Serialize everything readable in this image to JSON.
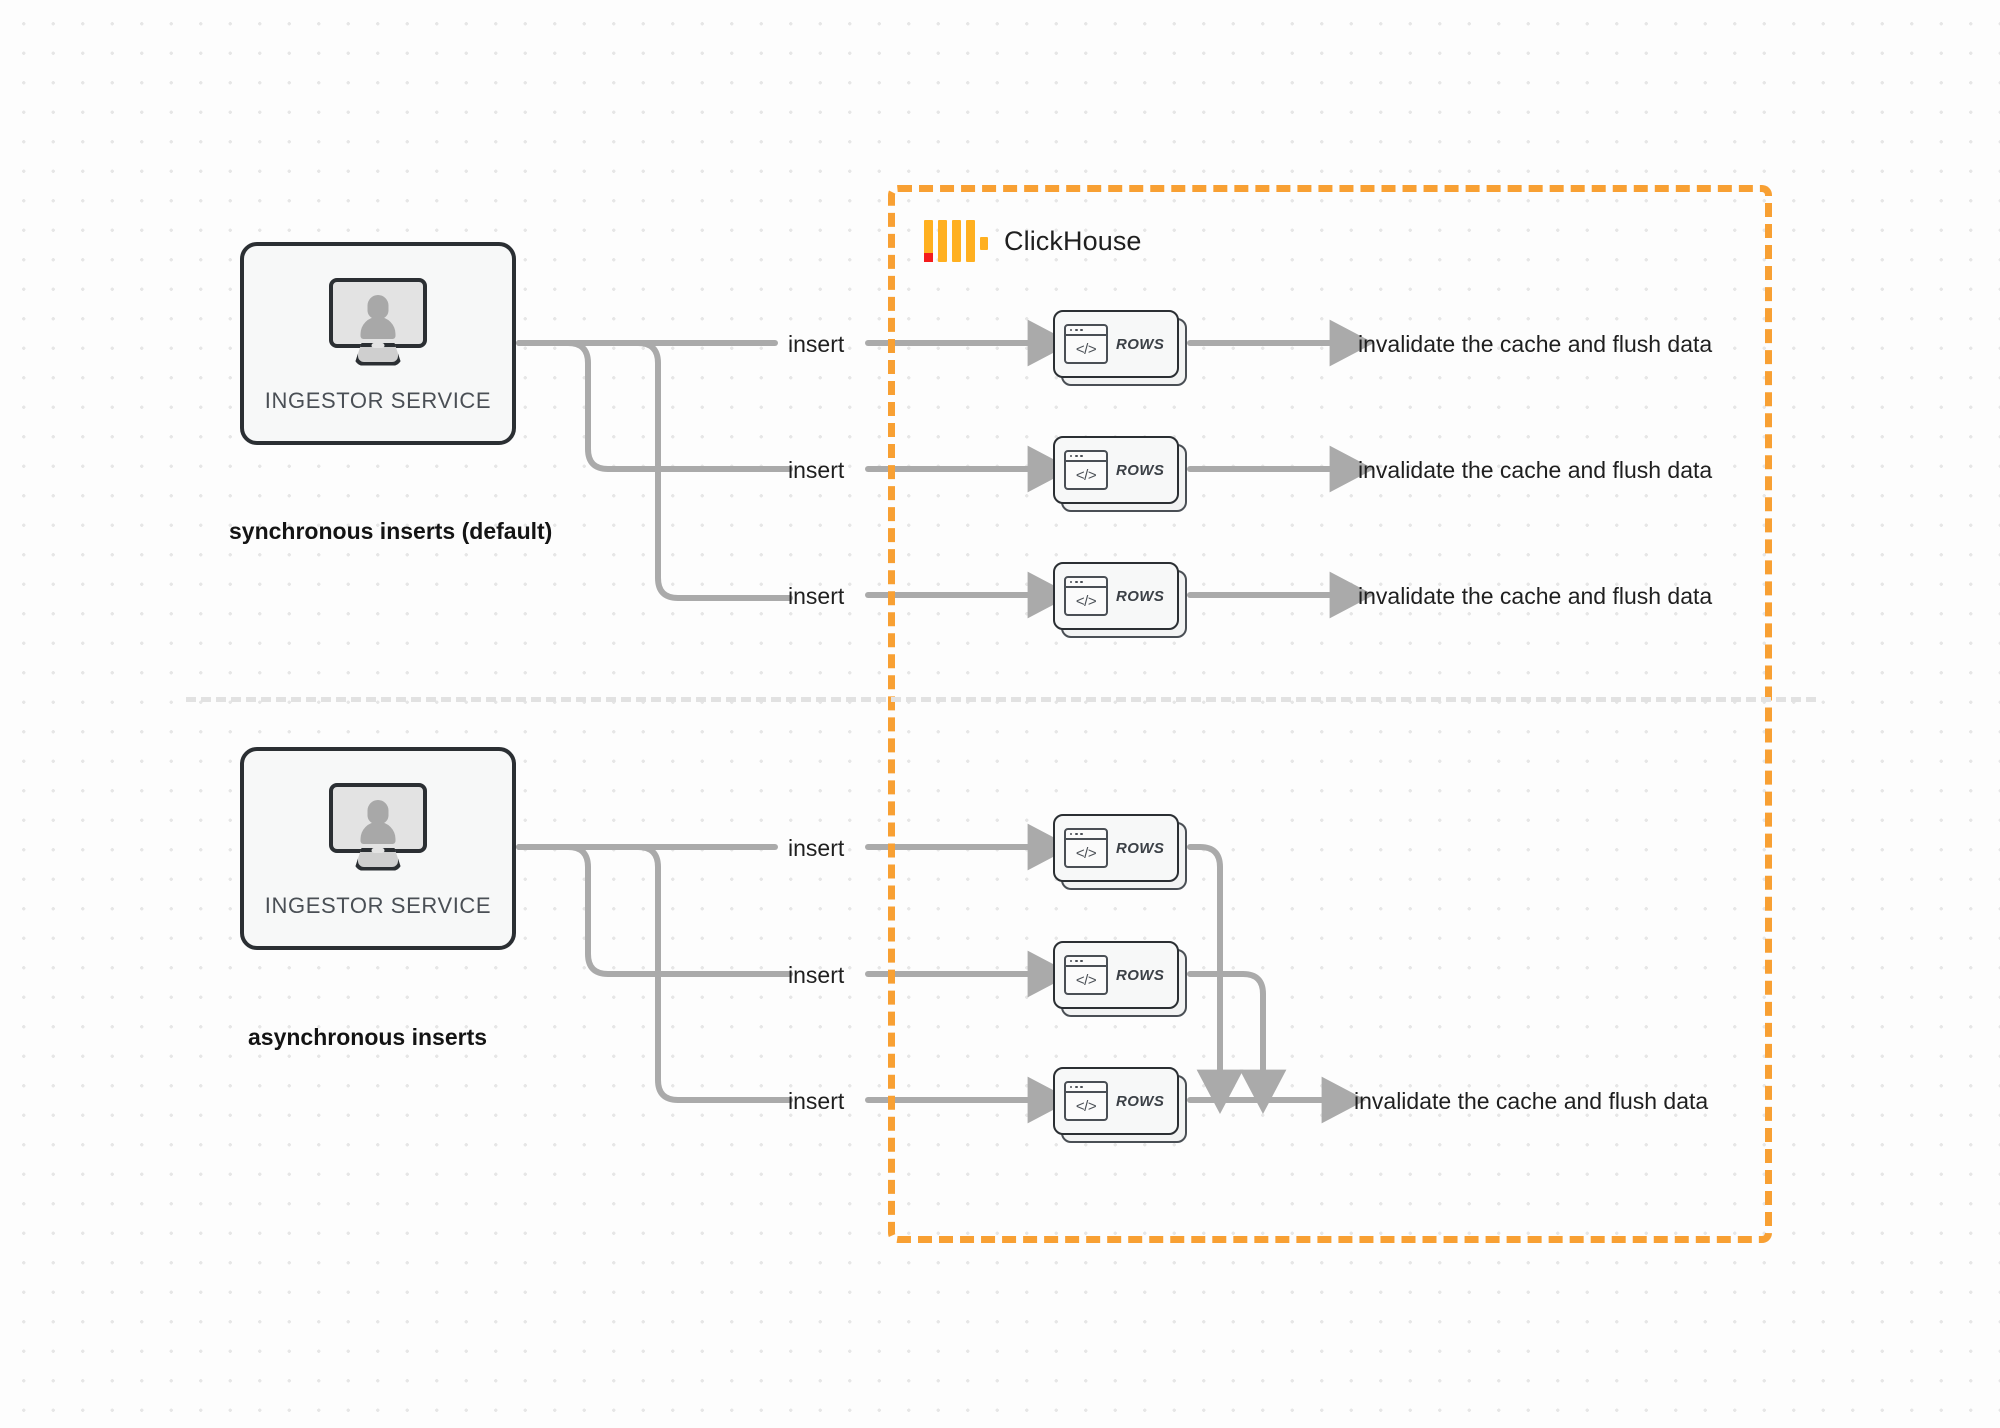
{
  "diagram": {
    "title": "ClickHouse synchronous vs asynchronous inserts",
    "colors": {
      "clickhouse_orange": "#f8a033",
      "logo_orange": "#ffb020",
      "logo_red": "#f41c1c",
      "wire_gray": "#aaaaaa",
      "box_outline": "#2b2f33",
      "canvas_background": "#fdfdfd",
      "dot_grid": "#e6e6e6",
      "divider_gray": "#e2e2e2"
    }
  },
  "clickhouse_region": {
    "logo_name": "clickhouse-logo",
    "label": "ClickHouse"
  },
  "sections": [
    {
      "id": "synchronous",
      "caption": "synchronous inserts (default)",
      "service": {
        "label": "INGESTOR SERVICE",
        "icon": "monitor-user-icon"
      },
      "flows": [
        {
          "insert_label": "insert",
          "card_label": "ROWS",
          "outcome_label": "invalidate the cache and flush data"
        },
        {
          "insert_label": "insert",
          "card_label": "ROWS",
          "outcome_label": "invalidate the cache and flush data"
        },
        {
          "insert_label": "insert",
          "card_label": "ROWS",
          "outcome_label": "invalidate the cache and flush data"
        }
      ]
    },
    {
      "id": "asynchronous",
      "caption": "asynchronous inserts",
      "service": {
        "label": "INGESTOR SERVICE",
        "icon": "monitor-user-icon"
      },
      "flows": [
        {
          "insert_label": "insert",
          "card_label": "ROWS"
        },
        {
          "insert_label": "insert",
          "card_label": "ROWS"
        },
        {
          "insert_label": "insert",
          "card_label": "ROWS"
        }
      ],
      "merged_outcome_label": "invalidate the cache and flush data"
    }
  ]
}
